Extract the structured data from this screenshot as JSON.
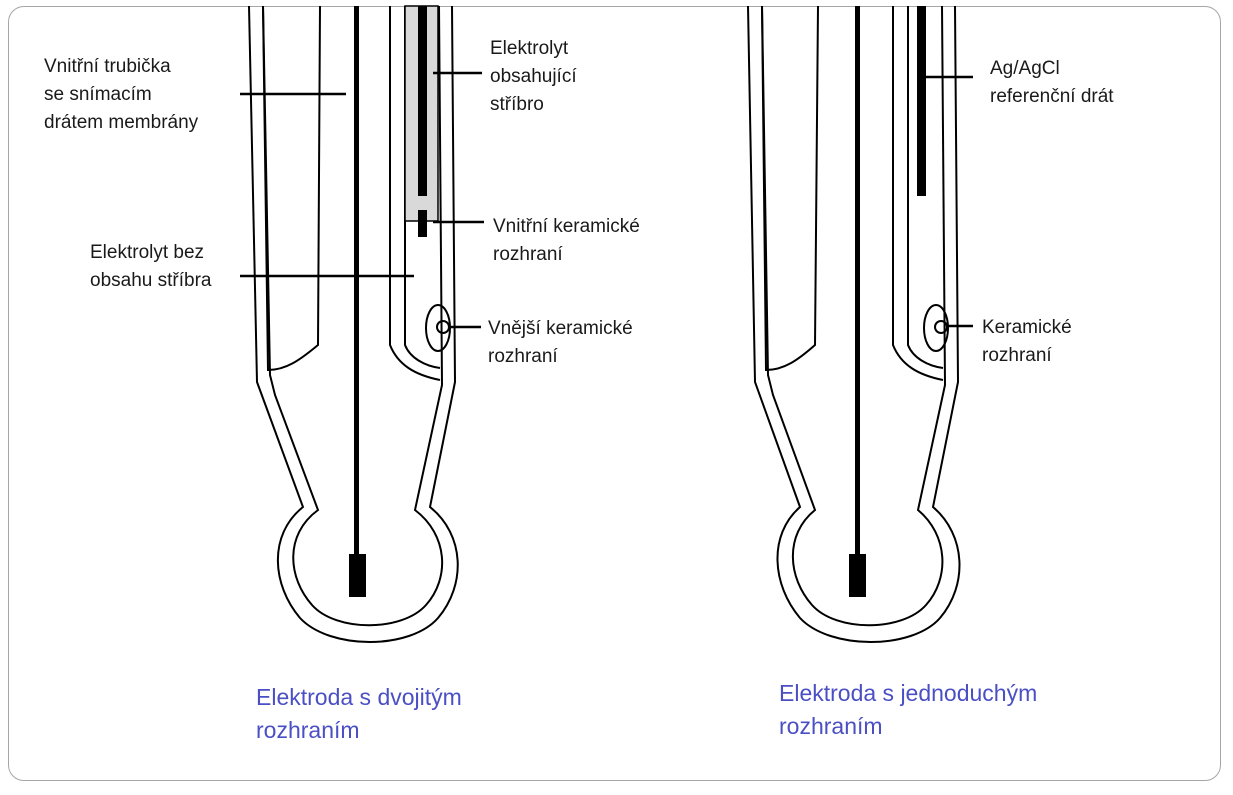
{
  "colors": {
    "caption": "#4a4fc4",
    "stroke": "#000000",
    "ag_fill": "#d9d9d9",
    "frame": "#a6a6a6"
  },
  "double_junction": {
    "caption": [
      "Elektroda s dvojitým",
      "rozhraním"
    ],
    "labels": {
      "inner_tube": [
        "Vnitřní trubička",
        "se snímacím",
        "drátem membrány"
      ],
      "electrolyte_silver": [
        "Elektrolyt",
        "obsahující",
        "stříbro"
      ],
      "inner_ceramic": [
        "Vnitřní keramické",
        "rozhraní"
      ],
      "electrolyte_no_silver": [
        "Elektrolyt bez",
        "obsahu stříbra"
      ],
      "outer_ceramic": [
        "Vnější keramické",
        "rozhraní"
      ]
    }
  },
  "single_junction": {
    "caption": [
      "Elektroda s jednoduchým",
      "rozhraním"
    ],
    "labels": {
      "reference_wire": [
        "Ag/AgCl",
        "referenční drát"
      ],
      "ceramic": [
        "Keramické",
        "rozhraní"
      ]
    }
  }
}
